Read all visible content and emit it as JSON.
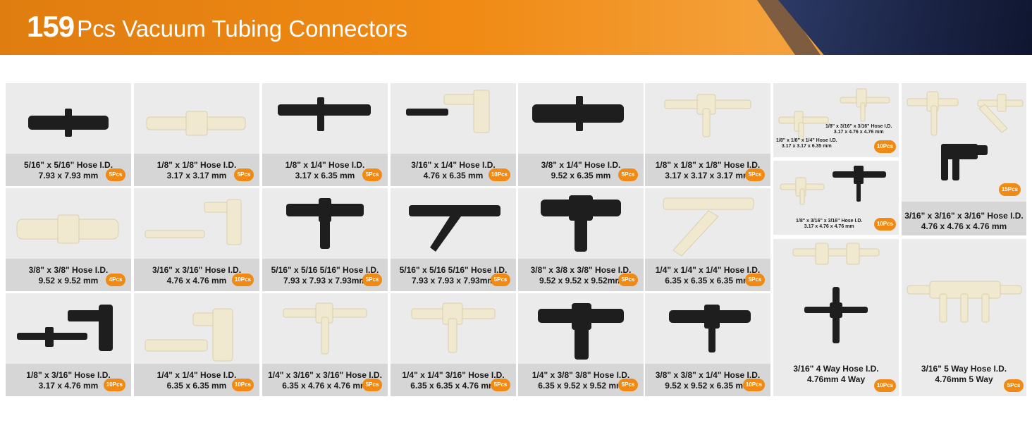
{
  "header": {
    "count": "159",
    "title": "Pcs Vacuum Tubing Connectors"
  },
  "colors": {
    "accent": "#f08a14",
    "black_part": "#1e1e1e",
    "beige_part": "#f1e9cf"
  },
  "cells": [
    {
      "line1": "5/16\" x 5/16\" Hose I.D.",
      "line2": "7.93 x 7.93 mm",
      "badge": "5Pcs"
    },
    {
      "line1": "1/8\" x 1/8\" Hose I.D.",
      "line2": "3.17 x 3.17 mm",
      "badge": "5Pcs"
    },
    {
      "line1": "1/8\" x 1/4\" Hose I.D.",
      "line2": "3.17 x 6.35 mm",
      "badge": "5Pcs"
    },
    {
      "line1": "3/16\" x 1/4\" Hose I.D.",
      "line2": "4.76 x 6.35 mm",
      "badge": "10Pcs"
    },
    {
      "line1": "3/8\" x 1/4\" Hose I.D.",
      "line2": "9.52 x 6.35 mm",
      "badge": "5Pcs"
    },
    {
      "line1": "1/8\" x 1/8\" x 1/8\" Hose I.D.",
      "line2": "3.17 x 3.17 x 3.17 mm",
      "badge": "5Pcs"
    },
    {
      "line1": "3/8\" x 3/8\" Hose I.D.",
      "line2": "9.52 x 9.52 mm",
      "badge": "4Pcs"
    },
    {
      "line1": "3/16\" x 3/16\" Hose I.D.",
      "line2": "4.76 x 4.76 mm",
      "badge": "10Pcs"
    },
    {
      "line1": "5/16\" x 5/16 5/16\" Hose I.D.",
      "line2": "7.93 x 7.93 x 7.93mm",
      "badge": "5Pcs"
    },
    {
      "line1": "5/16\" x 5/16 5/16\" Hose I.D.",
      "line2": "7.93 x 7.93 x 7.93mm",
      "badge": "5Pcs"
    },
    {
      "line1": "3/8\" x 3/8 x 3/8\" Hose I.D.",
      "line2": "9.52 x 9.52 x 9.52mm",
      "badge": "5Pcs"
    },
    {
      "line1": "1/4\" x 1/4\" x 1/4\" Hose I.D.",
      "line2": "6.35 x 6.35 x 6.35 mm",
      "badge": "5Pcs"
    },
    {
      "line1": "1/8\" x 3/16\" Hose I.D.",
      "line2": "3.17 x 4.76 mm",
      "badge": "10Pcs"
    },
    {
      "line1": "1/4\" x 1/4\" Hose I.D.",
      "line2": "6.35 x 6.35 mm",
      "badge": "10Pcs"
    },
    {
      "line1": "1/4\" x 3/16\" x 3/16\" Hose I.D.",
      "line2": "6.35 x 4.76 x 4.76 mm",
      "badge": "5Pcs"
    },
    {
      "line1": "1/4\" x 1/4\" 3/16\" Hose I.D.",
      "line2": "6.35 x 6.35 x 4.76 mm",
      "badge": "5Pcs"
    },
    {
      "line1": "1/4\" x 3/8\" 3/8\" Hose I.D.",
      "line2": "6.35 x 9.52 x 9.52 mm",
      "badge": "5Pcs"
    },
    {
      "line1": "3/8\" x 3/8\" x 1/4\" Hose I.D.",
      "line2": "9.52 x 9.52 x 6.35 mm",
      "badge": "10Pcs"
    }
  ],
  "mini_a": {
    "label_right_1": "1/8\" x 3/16\" x 3/16\" Hose I.D.",
    "label_right_2": "3.17 x 4.76 x 4.76 mm",
    "label_left_1": "1/8\" x 1/8\" x 1/4\" Hose I.D.",
    "label_left_2": "3.17 x 3.17 x 6.35 mm",
    "badge": "10Pcs"
  },
  "mini_b": {
    "line1": "1/8\" x 3/16\" x 3/16\" Hose I.D.",
    "line2": "3.17 x 4.76 x 4.76 mm",
    "badge": "10Pcs"
  },
  "side_cells": [
    {
      "line1": "3/16\" x 3/16\" x 3/16\" Hose I.D.",
      "line2": "4.76 x 4.76 x 4.76 mm",
      "badge": "15Pcs"
    },
    {
      "line1": "3/16\" 4 Way Hose I.D.",
      "line2": "4.76mm 4 Way",
      "badge": "10Pcs"
    },
    {
      "line1": "3/16\" 5 Way Hose I.D.",
      "line2": "4.76mm 5 Way",
      "badge": "5Pcs"
    }
  ]
}
